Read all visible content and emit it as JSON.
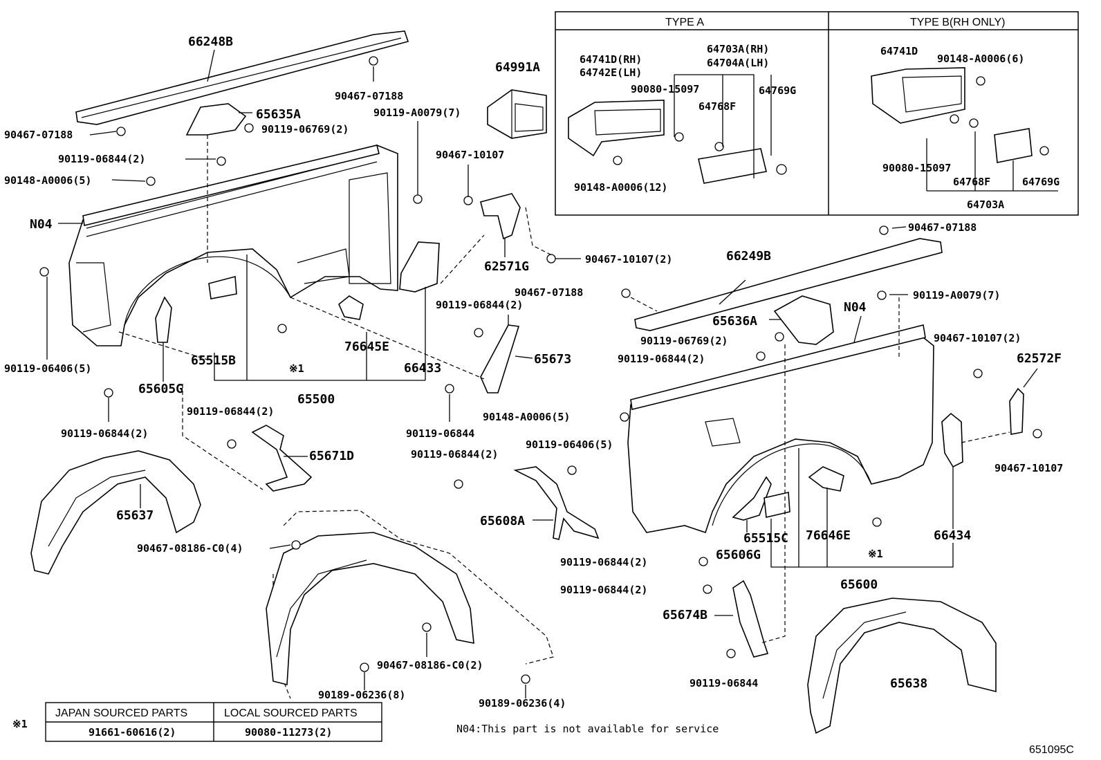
{
  "diagram": {
    "part_labels": [
      "66248B",
      "90467-07188",
      "90467-07188",
      "65635A",
      "90119-06769(2)",
      "90119-06844(2)",
      "90148-A0006(5)",
      "N04",
      "90119-06406(5)",
      "65605G",
      "90119-06844(2)",
      "65515B",
      "※1",
      "76645E",
      "66433",
      "65500",
      "64991A",
      "90119-A0079(7)",
      "90467-10107",
      "62571G",
      "90467-10107(2)",
      "90119-06844(2)",
      "65673",
      "90119-06844",
      "90119-06844(2)",
      "65671D",
      "65637",
      "90467-08186-C0(4)",
      "90467-08186-C0(2)",
      "90189-06236(8)",
      "90189-06236(4)",
      "90148-A0006(5)",
      "90119-06844(2)",
      "65608A",
      "90119-06406(5)",
      "90119-06844(2)",
      "90119-06844(2)",
      "65674B",
      "90119-06844",
      "66249B",
      "90467-07188",
      "90467-07188",
      "65636A",
      "90119-06769(2)",
      "90119-06844(2)",
      "N04",
      "90119-A0079(7)",
      "90467-10107(2)",
      "62572F",
      "90467-10107",
      "66434",
      "65606G",
      "65515C",
      "76646E",
      "※1",
      "65600",
      "65638"
    ],
    "type_a": {
      "header": "TYPE A",
      "labels": [
        "64741D(RH)",
        "64742E(LH)",
        "64703A(RH)",
        "64704A(LH)",
        "90080-15097",
        "64769G",
        "64768F",
        "90148-A0006(12)"
      ]
    },
    "type_b": {
      "header": "TYPE B(RH ONLY)",
      "labels": [
        "64741D",
        "90148-A0006(6)",
        "90080-15097",
        "64768F",
        "64769G",
        "64703A"
      ]
    },
    "footnote_table": {
      "marker": "※1",
      "headers": [
        "JAPAN SOURCED PARTS",
        "LOCAL SOURCED PARTS"
      ],
      "values": [
        "91661-60616(2)",
        "90080-11273(2)"
      ]
    },
    "note": "N04:This part is not available for service",
    "figure_id": "651095C"
  }
}
